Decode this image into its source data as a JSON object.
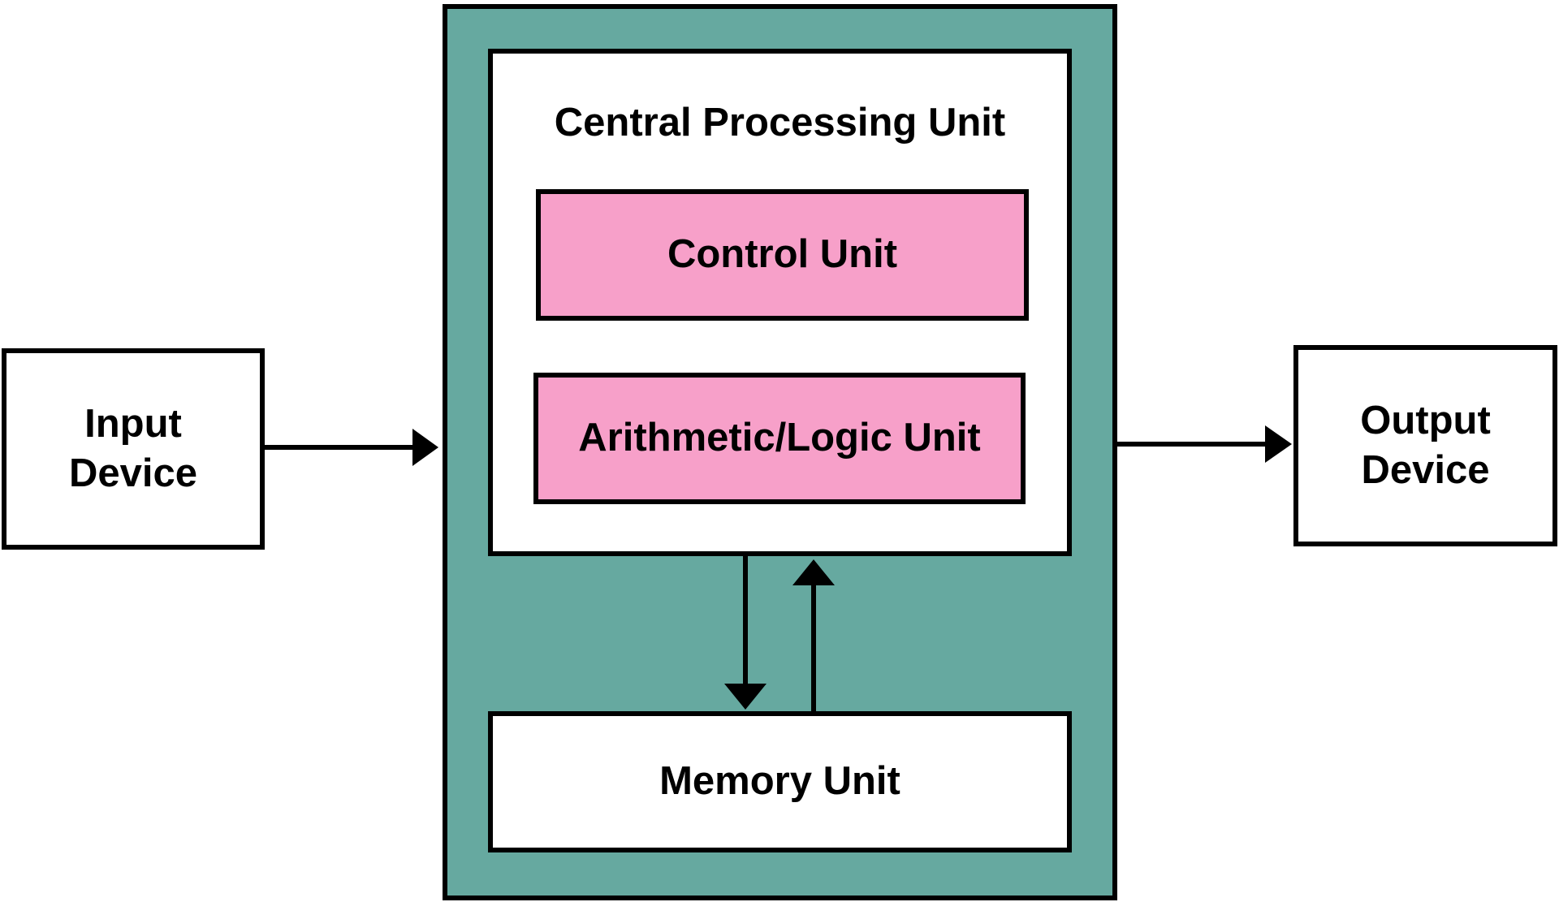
{
  "colors": {
    "system_fill": "#66a9a0",
    "unit_fill": "#f7a0c9",
    "box_fill": "#ffffff",
    "stroke": "#000000"
  },
  "input_device": {
    "line1": "Input",
    "line2": "Device"
  },
  "output_device": {
    "line1": "Output",
    "line2": "Device"
  },
  "cpu": {
    "title": "Central Processing Unit"
  },
  "control_unit": {
    "label": "Control Unit"
  },
  "alu": {
    "label": "Arithmetic/Logic Unit"
  },
  "memory_unit": {
    "label": "Memory Unit"
  }
}
